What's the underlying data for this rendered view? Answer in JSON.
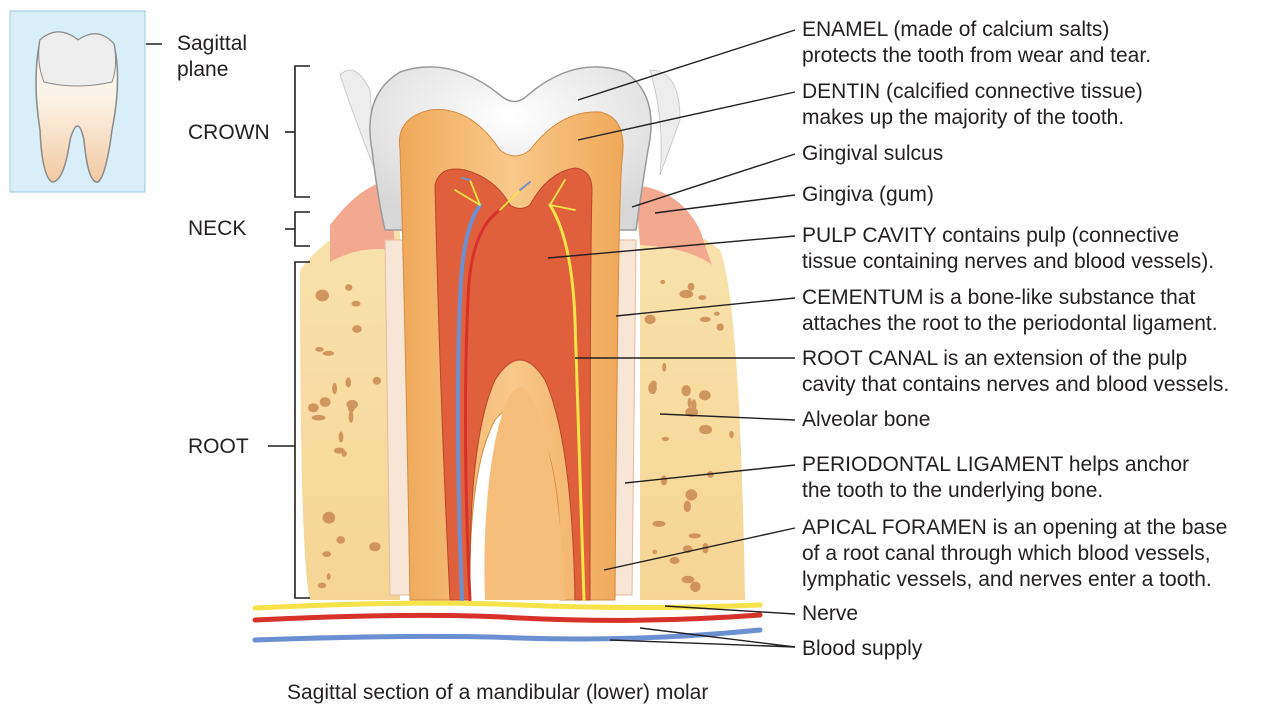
{
  "thumbnail": {
    "label_line1": "Sagittal",
    "label_line2": "plane"
  },
  "regions": {
    "crown": "CROWN",
    "neck": "NECK",
    "root": "ROOT"
  },
  "labels": [
    {
      "term": "ENAMEL",
      "rest1": " (made of calcium salts)",
      "line2": "protects the tooth from wear and tear."
    },
    {
      "term": "DENTIN",
      "rest1": " (calcified connective tissue)",
      "line2": "makes up the majority of the tooth."
    },
    {
      "term": "Gingival sulcus",
      "rest1": "",
      "line2": ""
    },
    {
      "term": "Gingiva (gum)",
      "rest1": "",
      "line2": ""
    },
    {
      "term": "PULP CAVITY",
      "rest1": " contains pulp (connective",
      "line2": "tissue containing nerves and blood vessels)."
    },
    {
      "term": "CEMENTUM",
      "rest1": " is a bone-like substance that",
      "line2": "attaches the root to the periodontal ligament."
    },
    {
      "term": "ROOT CANAL",
      "rest1": " is an extension of the pulp",
      "line2": "cavity that contains nerves and blood vessels."
    },
    {
      "term": "Alveolar bone",
      "rest1": "",
      "line2": ""
    },
    {
      "term": "PERIODONTAL LIGAMENT",
      "rest1": " helps anchor",
      "line2": "the tooth to the underlying bone."
    },
    {
      "term": "APICAL FORAMEN",
      "rest1": " is an opening at the base",
      "line2": "of a root canal through which blood vessels,",
      "line3": "lymphatic vessels, and nerves enter a tooth."
    },
    {
      "term": "Nerve",
      "rest1": "",
      "line2": ""
    },
    {
      "term": "Blood supply",
      "rest1": "",
      "line2": ""
    }
  ],
  "caption": "Sagittal section of a mandibular (lower) molar",
  "colors": {
    "enamel": "#f2f2f2",
    "dentin": "#f4b266",
    "pulp": "#e0603c",
    "gingiva": "#f3a98f",
    "bone": "#f8dca0",
    "bone_pore": "#c98a52",
    "nerve": "#f6e24a",
    "artery": "#d7322a",
    "vein": "#6b8fd0",
    "thumb_bg": "#d9eef7"
  }
}
